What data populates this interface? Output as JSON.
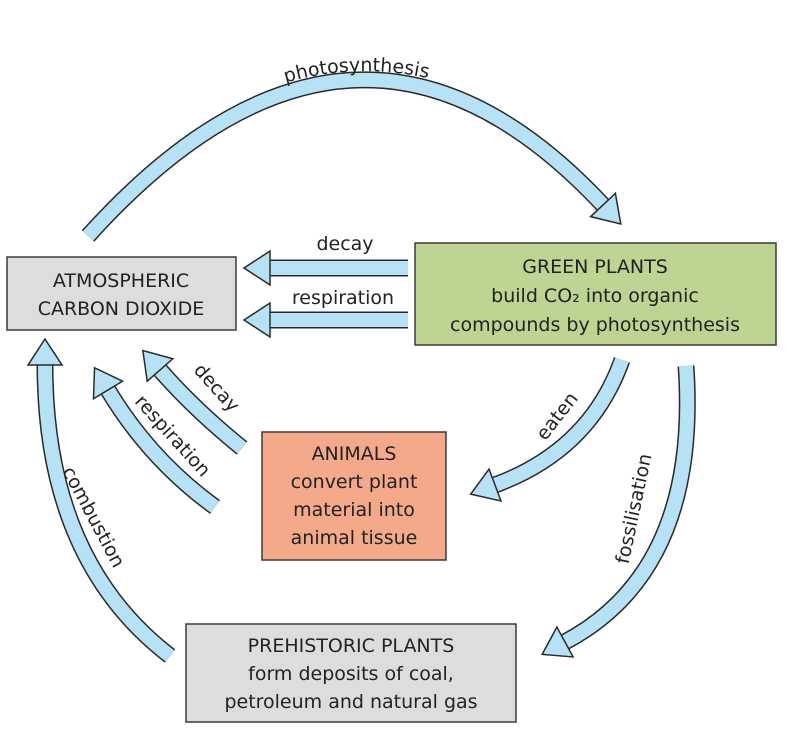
{
  "boxes": {
    "atmospheric": {
      "line1": "ATMOSPHERIC",
      "line2": "CARBON DIOXIDE",
      "color": "#dcdddf"
    },
    "green_plants": {
      "line1": "GREEN PLANTS",
      "line2": "build CO₂ into organic",
      "line3": "compounds by photosynthesis",
      "color": "#bdd493"
    },
    "animals": {
      "line1": "ANIMALS",
      "line2": "convert plant",
      "line3": "material into",
      "line4": "animal tissue",
      "color": "#f4a98a"
    },
    "prehistoric": {
      "line1": "PREHISTORIC PLANTS",
      "line2": "form deposits of coal,",
      "line3": "petroleum and natural gas",
      "color": "#dcdddf"
    }
  },
  "arrows": {
    "photosynthesis": "photosynthesis",
    "decay_top": "decay",
    "respiration_top": "respiration",
    "decay_animals": "decay",
    "respiration_animals": "respiration",
    "eaten": "eaten",
    "fossilisation": "fossilisation",
    "combustion": "combustion"
  },
  "arrow_color": "#b7e1f5"
}
